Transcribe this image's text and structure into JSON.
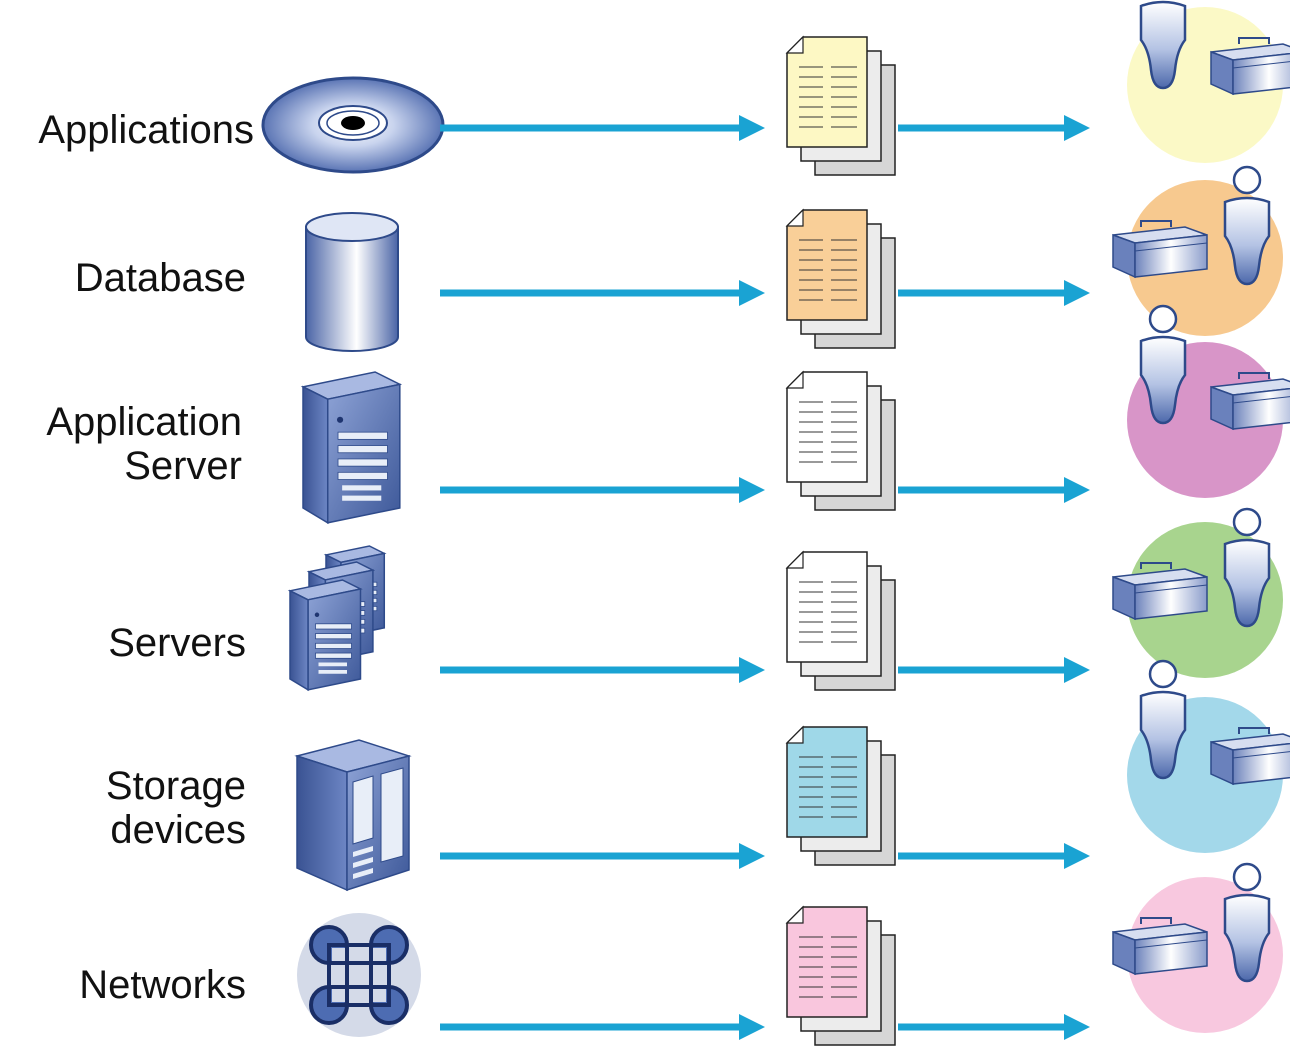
{
  "colors": {
    "arrow": "#1aa3d3",
    "steel": "#5b78b8",
    "steel_dark": "#2e4a8a",
    "steel_light": "#e8eef8"
  },
  "rows": [
    {
      "label_lines": [
        "Applications"
      ],
      "source_icon": "cd-disc-icon",
      "document_color": "#fdf8c4",
      "circle_color": "#fbf9c6",
      "person_side": "left"
    },
    {
      "label_lines": [
        "Database"
      ],
      "source_icon": "database-cylinder-icon",
      "document_color": "#f9cf98",
      "circle_color": "#f7c98f",
      "person_side": "right"
    },
    {
      "label_lines": [
        "Application",
        "Server"
      ],
      "source_icon": "server-tower-icon",
      "document_color": "#ffffff",
      "circle_color": "#d895c8",
      "person_side": "left"
    },
    {
      "label_lines": [
        "Servers"
      ],
      "source_icon": "server-cluster-icon",
      "document_color": "#ffffff",
      "circle_color": "#a8d48e",
      "person_side": "right"
    },
    {
      "label_lines": [
        "Storage",
        "devices"
      ],
      "source_icon": "storage-cabinet-icon",
      "document_color": "#9fd8e8",
      "circle_color": "#a3d8ea",
      "person_side": "left"
    },
    {
      "label_lines": [
        "Networks"
      ],
      "source_icon": "network-symbol-icon",
      "document_color": "#f9c6dd",
      "circle_color": "#f8c8df",
      "person_side": "right"
    }
  ]
}
